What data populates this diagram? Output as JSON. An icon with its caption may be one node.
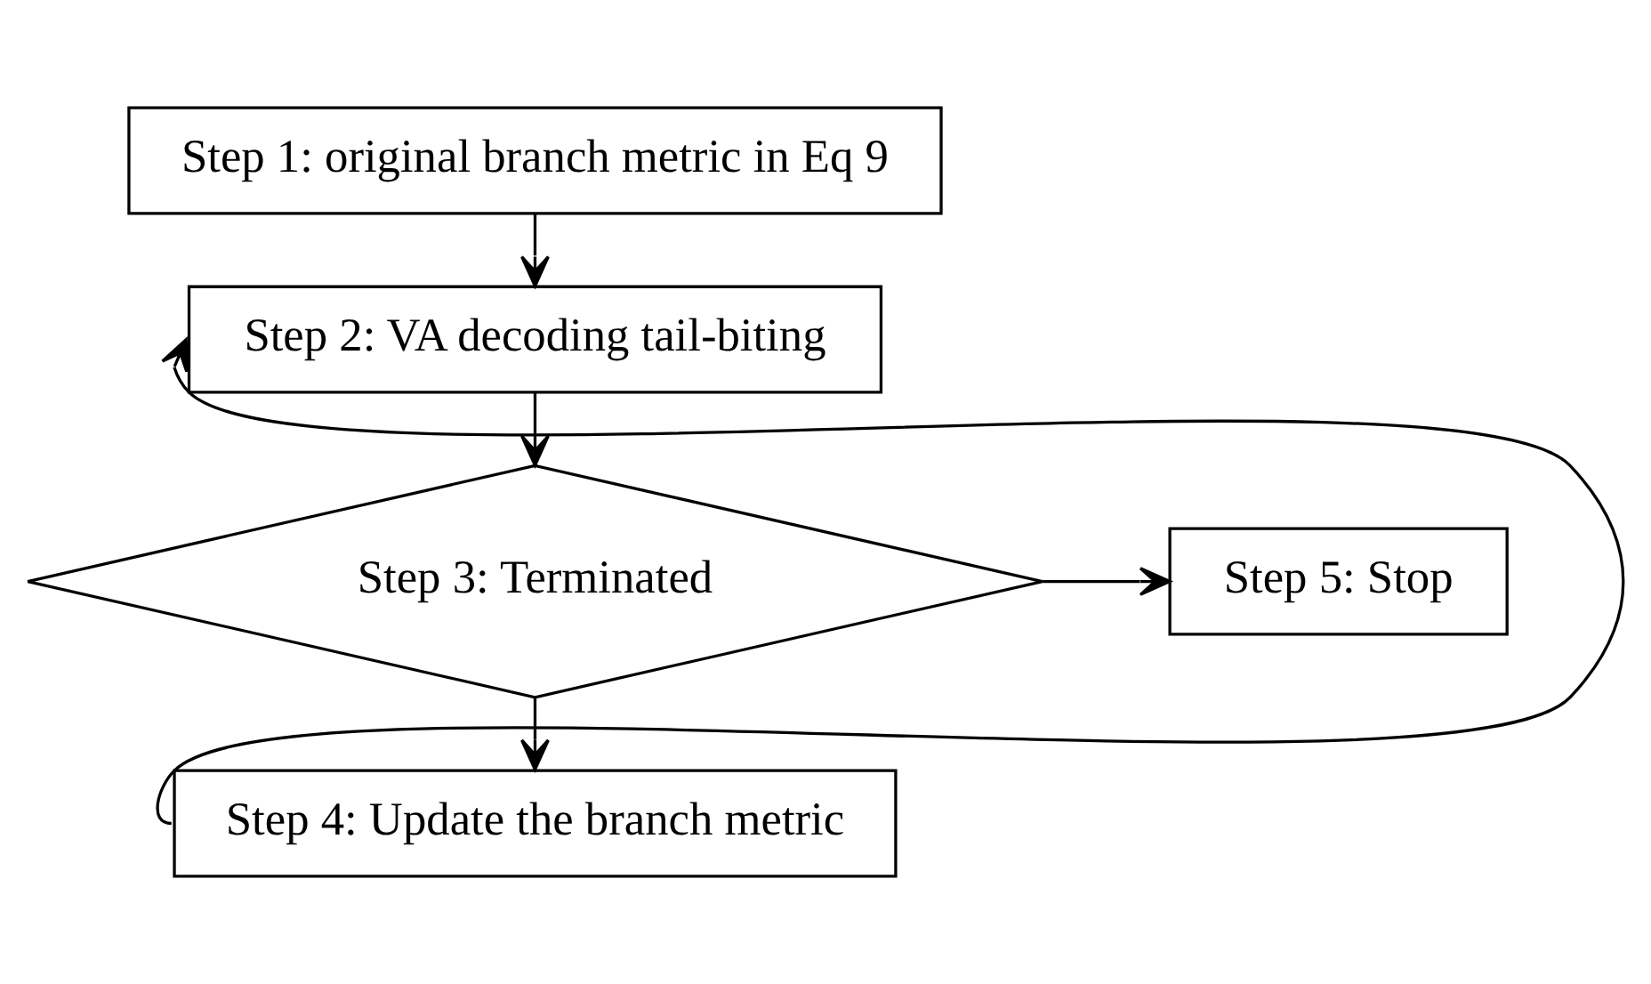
{
  "diagram": {
    "nodes": [
      {
        "text": [
          "Step 1: original branch metric in Eq 9"
        ]
      },
      {
        "text": [
          "Step 2: VA decoding tail-biting"
        ]
      },
      {
        "text": [
          "Step 3: Terminated"
        ]
      },
      {
        "text": [
          "Step 4: Update the branch metric"
        ]
      },
      {
        "text": [
          "Step 5: Stop"
        ]
      }
    ],
    "edges": [
      {
        "from": 0,
        "to": 1,
        "arrow": "to"
      },
      {
        "from": 1,
        "to": 2,
        "arrow": "to"
      },
      {
        "from": 2,
        "to": 3,
        "arrow": "to"
      },
      {
        "from": 2,
        "to": 4,
        "arrow": "to"
      },
      {
        "from": 3,
        "to": 1,
        "arrow": "to"
      }
    ]
  }
}
